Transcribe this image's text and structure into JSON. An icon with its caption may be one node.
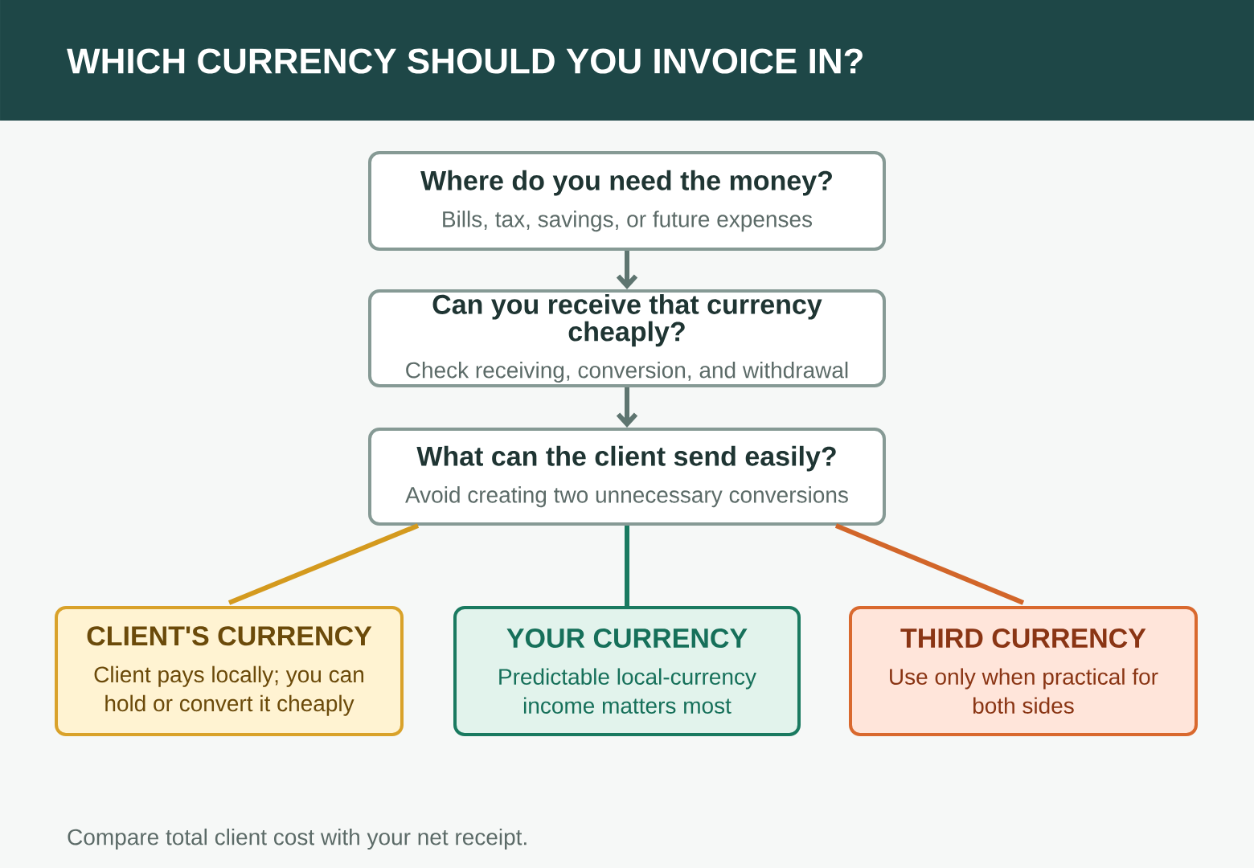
{
  "diagram": {
    "title": "WHICH CURRENCY SHOULD YOU INVOICE IN?",
    "caption": "Compare total client cost with your net receipt.",
    "nodes": [
      {
        "text": [
          "Where do you need the money?",
          "Bills, tax, savings, or future expenses"
        ]
      },
      {
        "text": [
          "Can you receive that currency cheaply?",
          "Check receiving, conversion, and withdrawal"
        ]
      },
      {
        "text": [
          "What can the client send easily?",
          "Avoid creating two unnecessary conversions"
        ]
      },
      {
        "text": [
          "CLIENT'S CURRENCY",
          "Client pays locally; you can hold or convert it cheaply"
        ]
      },
      {
        "text": [
          "YOUR CURRENCY",
          "Predictable local-currency income matters most"
        ]
      },
      {
        "text": [
          "THIRD CURRENCY",
          "Use only when practical for both sides"
        ]
      }
    ],
    "edges": [
      {
        "from": 0,
        "to": 1,
        "arrow": "to"
      },
      {
        "from": 1,
        "to": 2,
        "arrow": "to"
      },
      {
        "from": 2,
        "to": 3,
        "arrow": "none",
        "color": "#d49a1e"
      },
      {
        "from": 2,
        "to": 4,
        "arrow": "none",
        "color": "#1a7a60"
      },
      {
        "from": 2,
        "to": 5,
        "arrow": "none",
        "color": "#d2662a"
      }
    ]
  }
}
